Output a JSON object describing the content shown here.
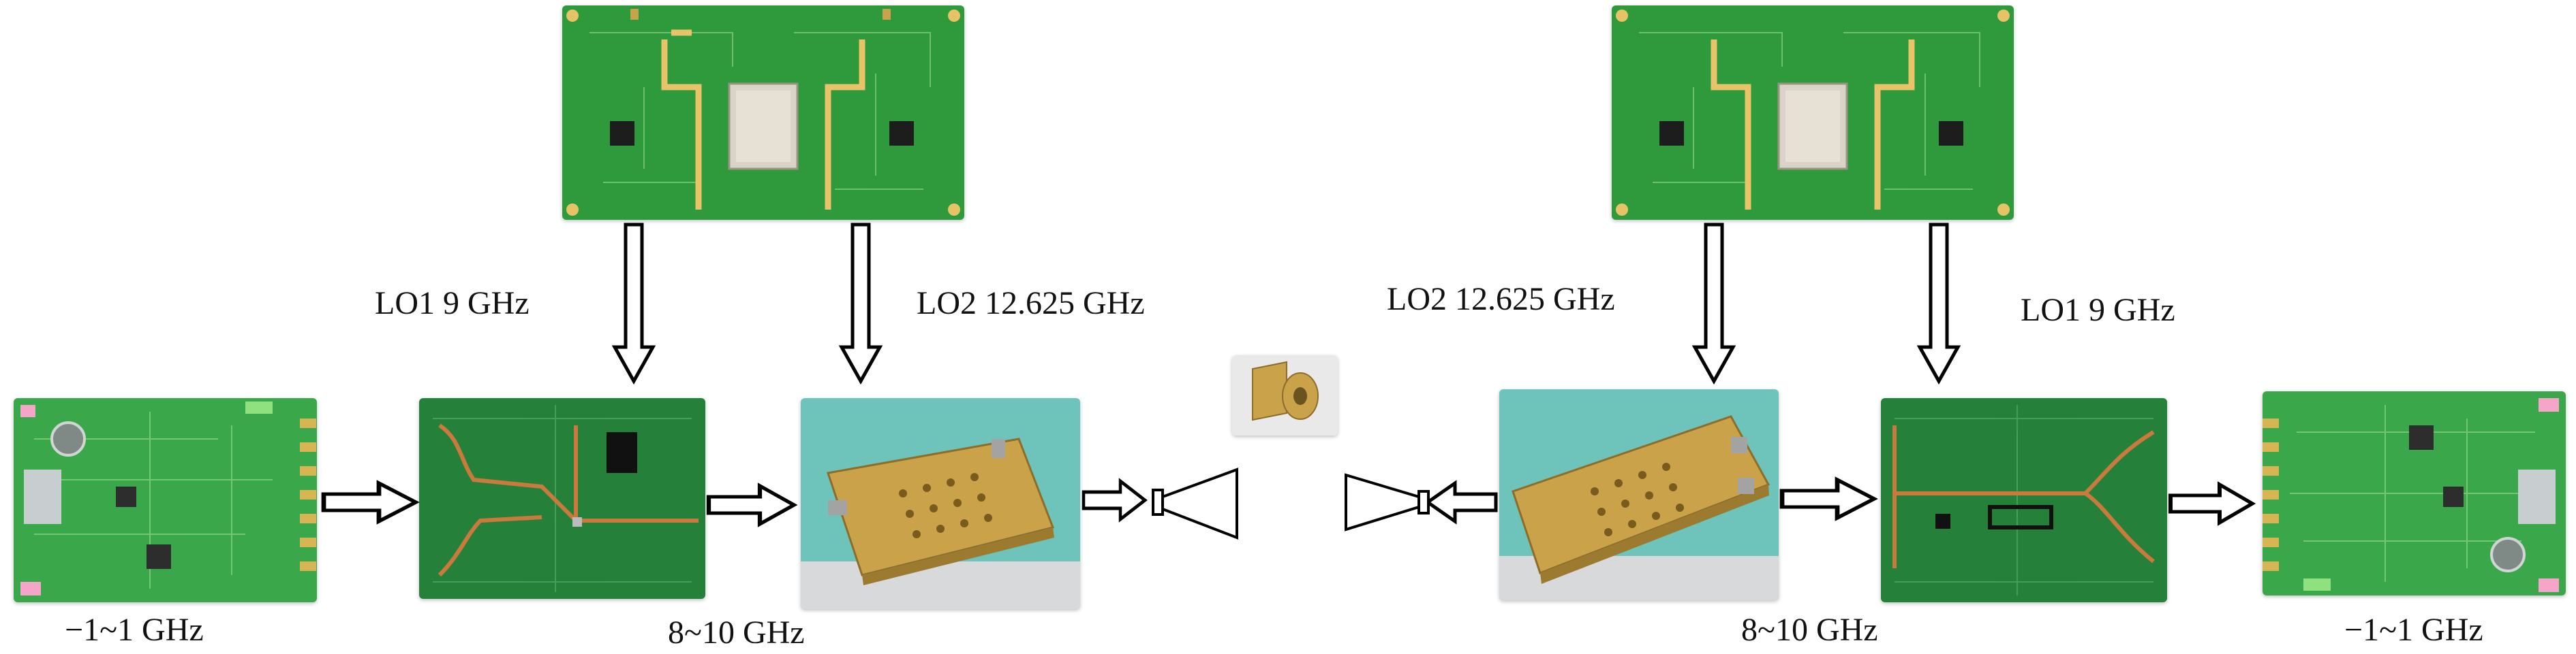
{
  "labels": {
    "lo1_left": "LO1 9 GHz",
    "lo2_left": "LO2 12.625 GHz",
    "lo2_right": "LO2 12.625 GHz",
    "lo1_right": "LO1 9 GHz",
    "baseband_left": "−1~1 GHz",
    "if_left": "8~10 GHz",
    "if_right": "8~10 GHz",
    "baseband_right": "−1~1 GHz"
  },
  "colors": {
    "pcb_green": "#2e9a3c",
    "pcb_dark": "#1f6e2b",
    "gold": "#c9a24a",
    "shield": "#d9d4c7"
  },
  "icons": [
    "arrow-right",
    "arrow-down",
    "arrow-left",
    "horn-antenna"
  ]
}
